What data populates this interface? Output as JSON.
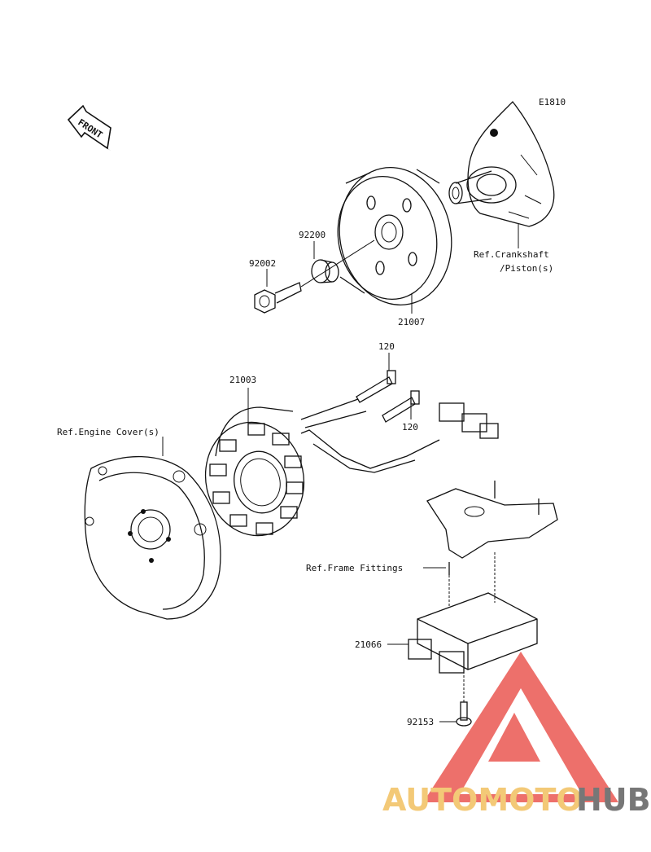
{
  "diagram": {
    "code": "E1810",
    "front_arrow_text": "FRONT",
    "parts": {
      "p21007": "21007",
      "p92200": "92200",
      "p92002": "92002",
      "p21003": "21003",
      "p120a": "120",
      "p120b": "120",
      "p21066": "21066",
      "p92153": "92153"
    },
    "refs": {
      "crankshaft_line1": "Ref.Crankshaft",
      "crankshaft_line2": "/Piston(s)",
      "engine_cover": "Ref.Engine Cover(s)",
      "frame_fittings": "Ref.Frame Fittings"
    }
  },
  "watermark": {
    "part1": "AUTOMOTO",
    "part2": "HUB",
    "color_primary": "#e8413a",
    "color_secondary": "#f0b84a",
    "color_dark": "#4a4a4a"
  }
}
